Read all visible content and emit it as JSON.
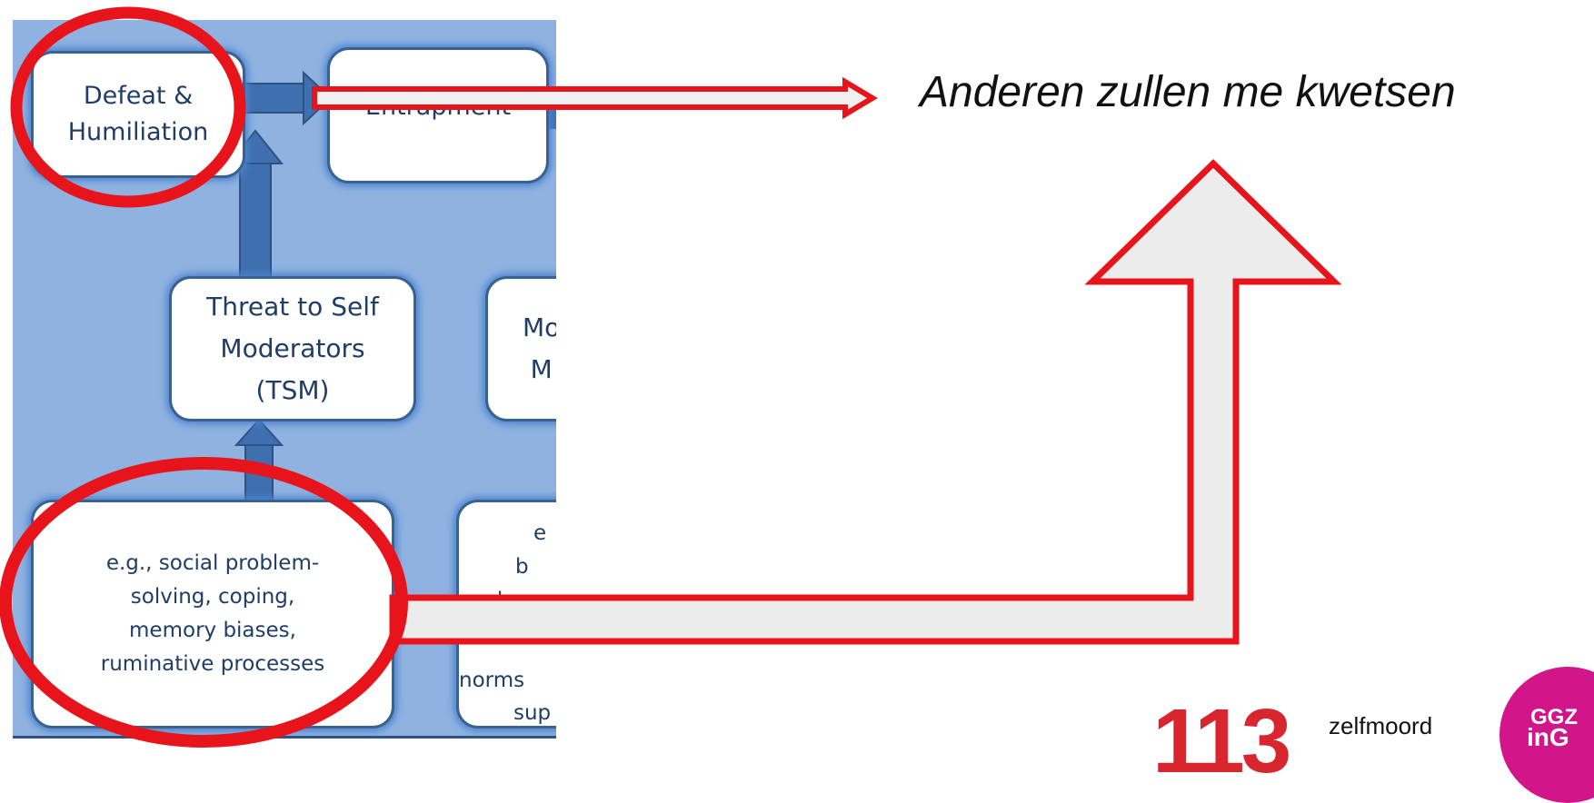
{
  "diagram": {
    "boxes": {
      "defeat": "Defeat &\nHumiliation",
      "entrapment": "Entrapment",
      "tsm": "Threat to Self\nModerators\n(TSM)",
      "mm_partial": "Mo\nM",
      "eg": "e.g., social problem-\nsolving, coping,\nmemory biases,\nruminative processes",
      "e2_lines": [
        "e",
        "b",
        "bu",
        "norms",
        "sup"
      ]
    }
  },
  "annotation": {
    "text": "Anderen zullen me kwetsen",
    "color": "#e8141b"
  },
  "logos": {
    "brand_113": "113",
    "brand_word": "zelfmoord",
    "ggz_line1": "GGZ",
    "ggz_line2": "inG"
  }
}
